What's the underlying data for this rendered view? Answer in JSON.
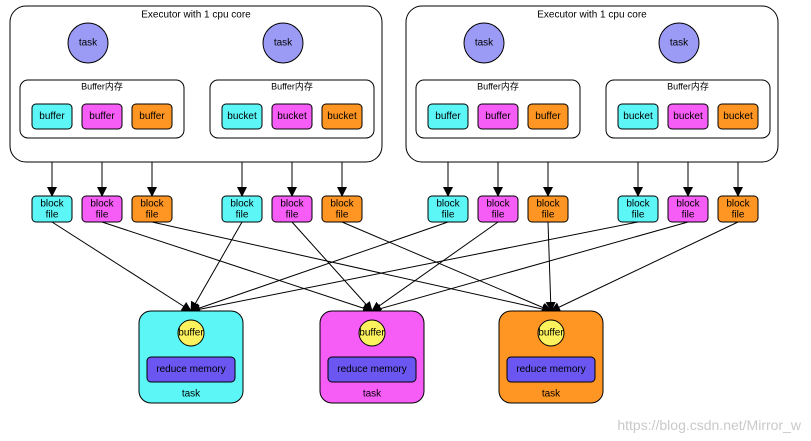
{
  "executors": [
    {
      "title": "Executor with 1 cpu core",
      "groups": [
        {
          "task_label": "task",
          "memory_label": "Buffer内存",
          "items": [
            "buffer",
            "buffer",
            "buffer"
          ]
        },
        {
          "task_label": "task",
          "memory_label": "Buffer内存",
          "items": [
            "bucket",
            "bucket",
            "bucket"
          ]
        }
      ]
    },
    {
      "title": "Executor with 1 cpu core",
      "groups": [
        {
          "task_label": "task",
          "memory_label": "Buffer内存",
          "items": [
            "buffer",
            "buffer",
            "buffer"
          ]
        },
        {
          "task_label": "task",
          "memory_label": "Buffer内存",
          "items": [
            "bucket",
            "bucket",
            "bucket"
          ]
        }
      ]
    }
  ],
  "block_file_label": "block file",
  "reduce_tasks": [
    {
      "buffer_label": "buffer",
      "memory_label": "reduce memory",
      "task_label": "task",
      "color": "#5cf6f6"
    },
    {
      "buffer_label": "buffer",
      "memory_label": "reduce memory",
      "task_label": "task",
      "color": "#f65cf6"
    },
    {
      "buffer_label": "buffer",
      "memory_label": "reduce memory",
      "task_label": "task",
      "color": "#ff9522"
    }
  ],
  "colors": {
    "cyan": "#5cf6f6",
    "magenta": "#f65cf6",
    "orange": "#ff9522",
    "task_circle": "#9b9bf6",
    "reduce_memory": "#6b56f2",
    "buffer_circle": "#fbf25e"
  },
  "watermark": "https://blog.csdn.net/Mirror_w"
}
